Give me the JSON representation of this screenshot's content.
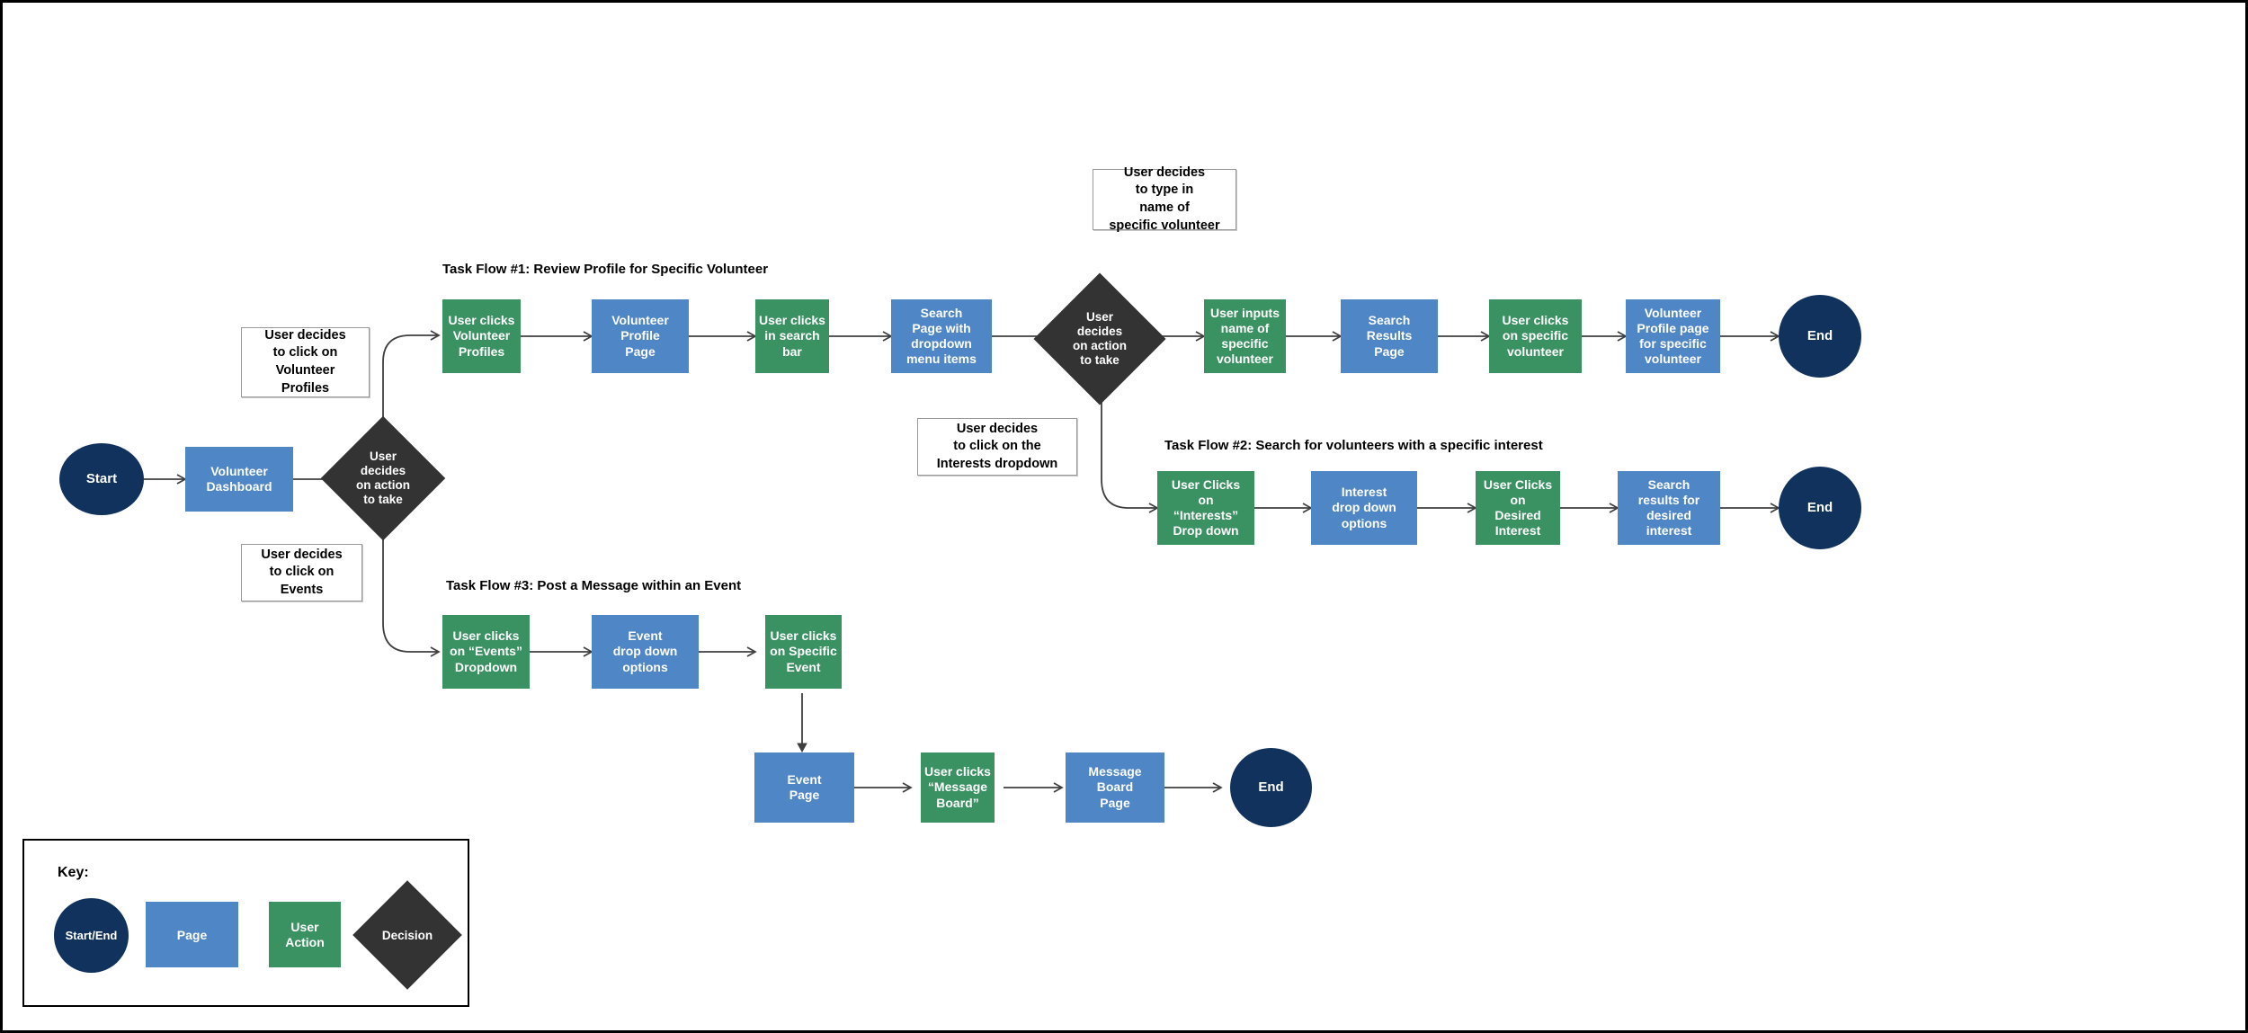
{
  "diagram": {
    "title_key": "Key:",
    "legend": [
      {
        "label": "Start/End",
        "shape": "circle",
        "color": "#11325c"
      },
      {
        "label": "Page",
        "shape": "rect",
        "color": "#4e86c6"
      },
      {
        "label": "User\nAction",
        "shape": "rect",
        "color": "#3a9263"
      },
      {
        "label": "Decision",
        "shape": "diamond",
        "color": "#333333"
      }
    ],
    "flow_titles": {
      "flow1": "Task Flow #1: Review Profile for Specific Volunteer",
      "flow2": "Task Flow #2: Search for volunteers with a specific interest",
      "flow3": "Task Flow #3: Post a Message within an Event"
    },
    "notes": {
      "note_volunteer_profiles": "User decides\nto click on\nVolunteer\nProfiles",
      "note_events": "User decides\nto click on\nEvents",
      "note_type_name": "User decides\nto type in\nname of\nspecific volunteer",
      "note_interests_dropdown": "User decides\nto click on the\nInterests dropdown"
    },
    "nodes": {
      "start": "Start",
      "volunteer_dashboard": "Volunteer\nDashboard",
      "decision_1": "User\ndecides\non action\nto take",
      "decision_2": "User\ndecides\non action\nto take",
      "flow1": [
        {
          "label": "User clicks\nVolunteer\nProfiles",
          "type": "action"
        },
        {
          "label": "Volunteer\nProfile\nPage",
          "type": "page"
        },
        {
          "label": "User clicks\nin search\nbar",
          "type": "action"
        },
        {
          "label": "Search\nPage with\ndropdown\nmenu items",
          "type": "page"
        },
        {
          "label": "User inputs\nname of\nspecific\nvolunteer",
          "type": "action"
        },
        {
          "label": "Search\nResults\nPage",
          "type": "page"
        },
        {
          "label": "User clicks\non specific\nvolunteer",
          "type": "action"
        },
        {
          "label": "Volunteer\nProfile page\nfor specific\nvolunteer",
          "type": "page"
        },
        {
          "label": "End",
          "type": "terminal"
        }
      ],
      "flow2": [
        {
          "label": "User Clicks\non\n“Interests”\nDrop down",
          "type": "action"
        },
        {
          "label": "Interest\ndrop down\noptions",
          "type": "page"
        },
        {
          "label": "User Clicks\non\nDesired\nInterest",
          "type": "action"
        },
        {
          "label": "Search\nresults for\ndesired\ninterest",
          "type": "page"
        },
        {
          "label": "End",
          "type": "terminal"
        }
      ],
      "flow3": [
        {
          "label": "User clicks\non “Events”\nDropdown",
          "type": "action"
        },
        {
          "label": "Event\ndrop down\noptions",
          "type": "page"
        },
        {
          "label": "User clicks\non Specific\nEvent",
          "type": "action"
        },
        {
          "label": "Event\nPage",
          "type": "page"
        },
        {
          "label": "User clicks\n“Message\nBoard”",
          "type": "action"
        },
        {
          "label": "Message\nBoard\nPage",
          "type": "page"
        },
        {
          "label": "End",
          "type": "terminal"
        }
      ]
    },
    "colors": {
      "page": "#4e86c6",
      "action": "#3a9263",
      "terminal": "#11325c",
      "decision": "#333333",
      "connector": "#3f3f3f",
      "note_border": "#9a9a9a",
      "background": "#ffffff"
    }
  }
}
